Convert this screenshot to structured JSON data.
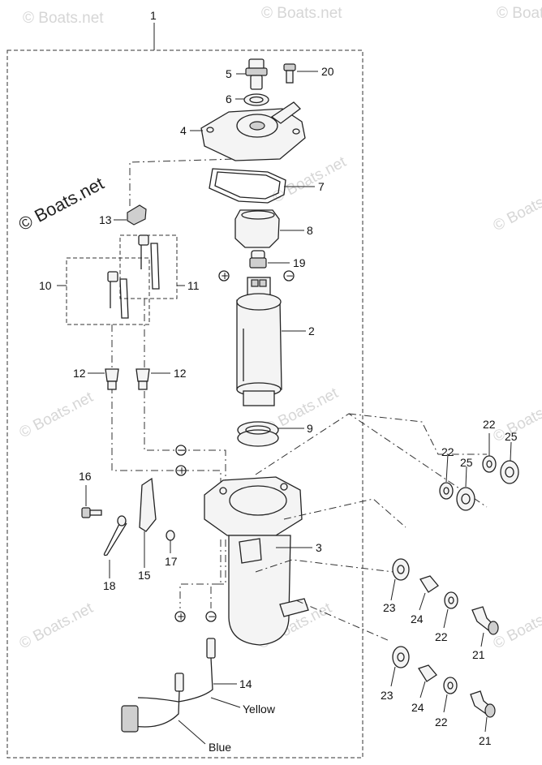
{
  "diagram": {
    "watermark": "© Boats.net",
    "symbols": {
      "plus": "+",
      "minus": "−"
    },
    "callouts": {
      "c1": "1",
      "c2": "2",
      "c3": "3",
      "c4": "4",
      "c5": "5",
      "c6": "6",
      "c7": "7",
      "c8": "8",
      "c9": "9",
      "c10": "10",
      "c11": "11",
      "c12a": "12",
      "c12b": "12",
      "c13": "13",
      "c14": "14",
      "c15": "15",
      "c16": "16",
      "c17": "17",
      "c18": "18",
      "c19": "19",
      "c20": "20",
      "c21a": "21",
      "c21b": "21",
      "c22a": "22",
      "c22b": "22",
      "c22c": "22",
      "c22d": "22",
      "c23a": "23",
      "c23b": "23",
      "c24a": "24",
      "c24b": "24",
      "c25a": "25",
      "c25b": "25"
    },
    "wire_labels": {
      "yellow": "Yellow",
      "blue": "Blue"
    }
  }
}
